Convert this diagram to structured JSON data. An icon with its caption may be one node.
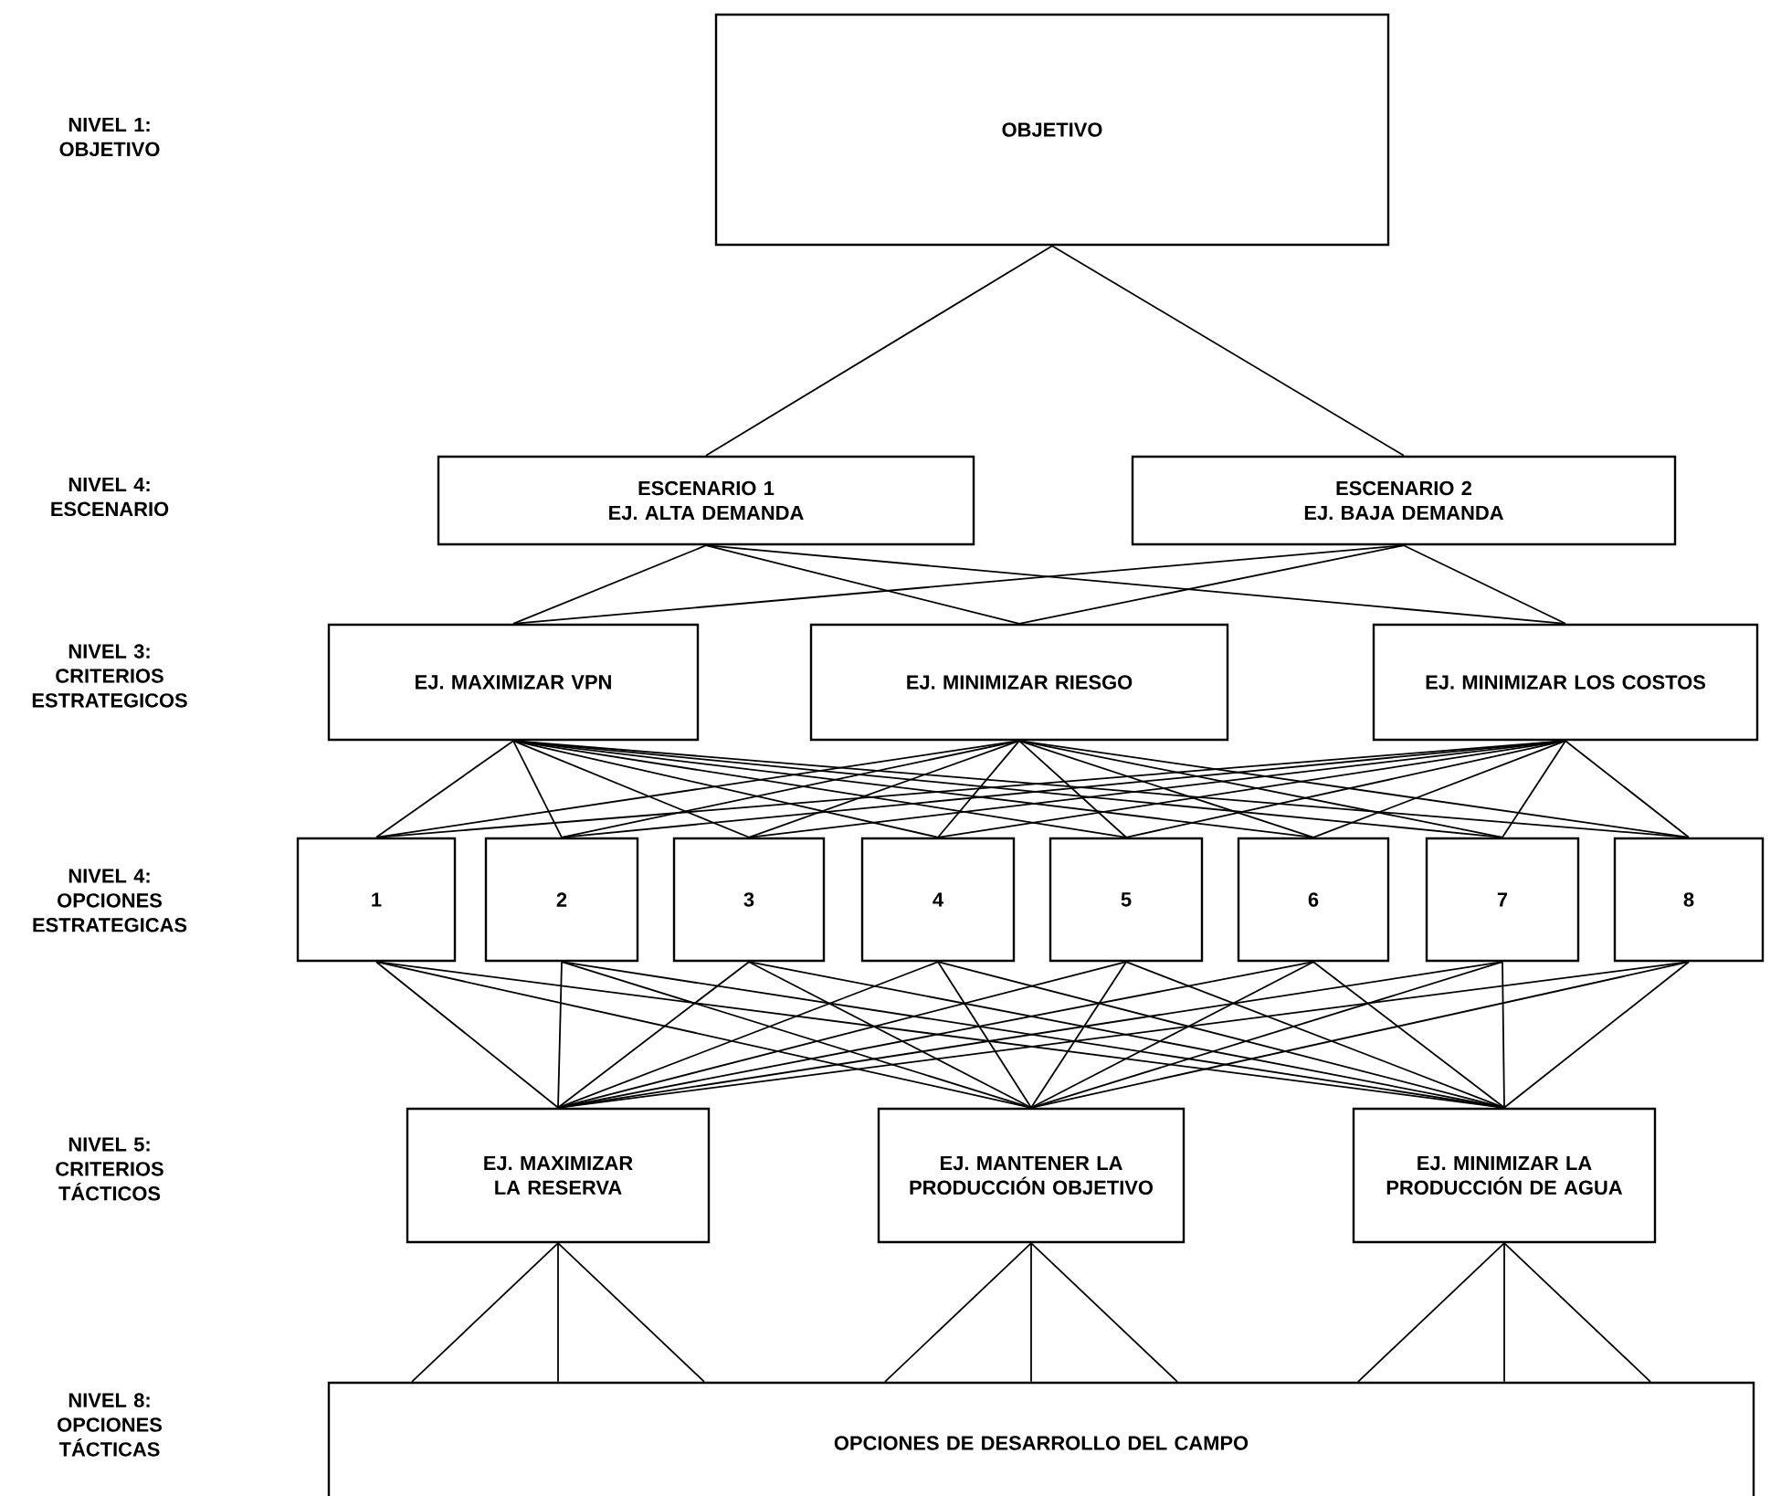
{
  "diagram": {
    "nodes": [
      {
        "text": [
          "OBJETIVO"
        ]
      },
      {
        "text": [
          "ESCENARIO 1",
          "EJ. ALTA DEMANDA"
        ]
      },
      {
        "text": [
          "ESCENARIO 2",
          "EJ. BAJA DEMANDA"
        ]
      },
      {
        "text": [
          "EJ. MAXIMIZAR VPN"
        ]
      },
      {
        "text": [
          "EJ. MINIMIZAR RIESGO"
        ]
      },
      {
        "text": [
          "EJ. MINIMIZAR LOS COSTOS"
        ]
      },
      {
        "text": [
          "1"
        ]
      },
      {
        "text": [
          "2"
        ]
      },
      {
        "text": [
          "3"
        ]
      },
      {
        "text": [
          "4"
        ]
      },
      {
        "text": [
          "5"
        ]
      },
      {
        "text": [
          "6"
        ]
      },
      {
        "text": [
          "7"
        ]
      },
      {
        "text": [
          "8"
        ]
      },
      {
        "text": [
          "EJ. MAXIMIZAR LA RESERVA"
        ]
      },
      {
        "text": [
          "EJ. MANTENER LA PRODUCCIÓN OBJETIVO"
        ]
      },
      {
        "text": [
          "EJ. MINIMIZAR LA PRODUCCIÓN DE AGUA"
        ]
      },
      {
        "text": [
          "OPCIONES DE DESARROLLO DEL CAMPO"
        ]
      }
    ],
    "edges": [
      {
        "from": 0,
        "to": 1,
        "arrow": "none"
      },
      {
        "from": 0,
        "to": 2,
        "arrow": "none"
      },
      {
        "from": 1,
        "to": 3,
        "arrow": "none"
      },
      {
        "from": 1,
        "to": 4,
        "arrow": "none"
      },
      {
        "from": 1,
        "to": 5,
        "arrow": "none"
      },
      {
        "from": 2,
        "to": 3,
        "arrow": "none"
      },
      {
        "from": 2,
        "to": 4,
        "arrow": "none"
      },
      {
        "from": 2,
        "to": 5,
        "arrow": "none"
      },
      {
        "from": 3,
        "to": 6,
        "arrow": "none"
      },
      {
        "from": 3,
        "to": 7,
        "arrow": "none"
      },
      {
        "from": 3,
        "to": 8,
        "arrow": "none"
      },
      {
        "from": 3,
        "to": 9,
        "arrow": "none"
      },
      {
        "from": 3,
        "to": 10,
        "arrow": "none"
      },
      {
        "from": 3,
        "to": 11,
        "arrow": "none"
      },
      {
        "from": 3,
        "to": 12,
        "arrow": "none"
      },
      {
        "from": 3,
        "to": 13,
        "arrow": "none"
      },
      {
        "from": 4,
        "to": 6,
        "arrow": "none"
      },
      {
        "from": 4,
        "to": 7,
        "arrow": "none"
      },
      {
        "from": 4,
        "to": 8,
        "arrow": "none"
      },
      {
        "from": 4,
        "to": 9,
        "arrow": "none"
      },
      {
        "from": 4,
        "to": 10,
        "arrow": "none"
      },
      {
        "from": 4,
        "to": 11,
        "arrow": "none"
      },
      {
        "from": 4,
        "to": 12,
        "arrow": "none"
      },
      {
        "from": 4,
        "to": 13,
        "arrow": "none"
      },
      {
        "from": 5,
        "to": 6,
        "arrow": "none"
      },
      {
        "from": 5,
        "to": 7,
        "arrow": "none"
      },
      {
        "from": 5,
        "to": 8,
        "arrow": "none"
      },
      {
        "from": 5,
        "to": 9,
        "arrow": "none"
      },
      {
        "from": 5,
        "to": 10,
        "arrow": "none"
      },
      {
        "from": 5,
        "to": 11,
        "arrow": "none"
      },
      {
        "from": 5,
        "to": 12,
        "arrow": "none"
      },
      {
        "from": 5,
        "to": 13,
        "arrow": "none"
      },
      {
        "from": 6,
        "to": 14,
        "arrow": "none"
      },
      {
        "from": 6,
        "to": 15,
        "arrow": "none"
      },
      {
        "from": 6,
        "to": 16,
        "arrow": "none"
      },
      {
        "from": 7,
        "to": 14,
        "arrow": "none"
      },
      {
        "from": 7,
        "to": 15,
        "arrow": "none"
      },
      {
        "from": 7,
        "to": 16,
        "arrow": "none"
      },
      {
        "from": 8,
        "to": 14,
        "arrow": "none"
      },
      {
        "from": 8,
        "to": 15,
        "arrow": "none"
      },
      {
        "from": 8,
        "to": 16,
        "arrow": "none"
      },
      {
        "from": 9,
        "to": 14,
        "arrow": "none"
      },
      {
        "from": 9,
        "to": 15,
        "arrow": "none"
      },
      {
        "from": 9,
        "to": 16,
        "arrow": "none"
      },
      {
        "from": 10,
        "to": 14,
        "arrow": "none"
      },
      {
        "from": 10,
        "to": 15,
        "arrow": "none"
      },
      {
        "from": 10,
        "to": 16,
        "arrow": "none"
      },
      {
        "from": 11,
        "to": 14,
        "arrow": "none"
      },
      {
        "from": 11,
        "to": 15,
        "arrow": "none"
      },
      {
        "from": 11,
        "to": 16,
        "arrow": "none"
      },
      {
        "from": 12,
        "to": 14,
        "arrow": "none"
      },
      {
        "from": 12,
        "to": 15,
        "arrow": "none"
      },
      {
        "from": 12,
        "to": 16,
        "arrow": "none"
      },
      {
        "from": 13,
        "to": 14,
        "arrow": "none"
      },
      {
        "from": 13,
        "to": 15,
        "arrow": "none"
      },
      {
        "from": 13,
        "to": 16,
        "arrow": "none"
      },
      {
        "from": 14,
        "to": 17,
        "arrow": "none"
      },
      {
        "from": 14,
        "to": 17,
        "arrow": "none"
      },
      {
        "from": 14,
        "to": 17,
        "arrow": "none"
      },
      {
        "from": 15,
        "to": 17,
        "arrow": "none"
      },
      {
        "from": 15,
        "to": 17,
        "arrow": "none"
      },
      {
        "from": 15,
        "to": 17,
        "arrow": "none"
      },
      {
        "from": 16,
        "to": 17,
        "arrow": "none"
      },
      {
        "from": 16,
        "to": 17,
        "arrow": "none"
      },
      {
        "from": 16,
        "to": 17,
        "arrow": "none"
      }
    ],
    "labels": [
      "NIVEL 1: OBJETIVO",
      "NIVEL 4: ESCENARIO",
      "NIVEL 3: CRITERIOS ESTRATEGICOS",
      "NIVEL 4: OPCIONES ESTRATEGICAS",
      "NIVEL 5: CRITERIOS TÁCTICOS",
      "NIVEL 8: OPCIONES TÁCTICAS"
    ]
  }
}
